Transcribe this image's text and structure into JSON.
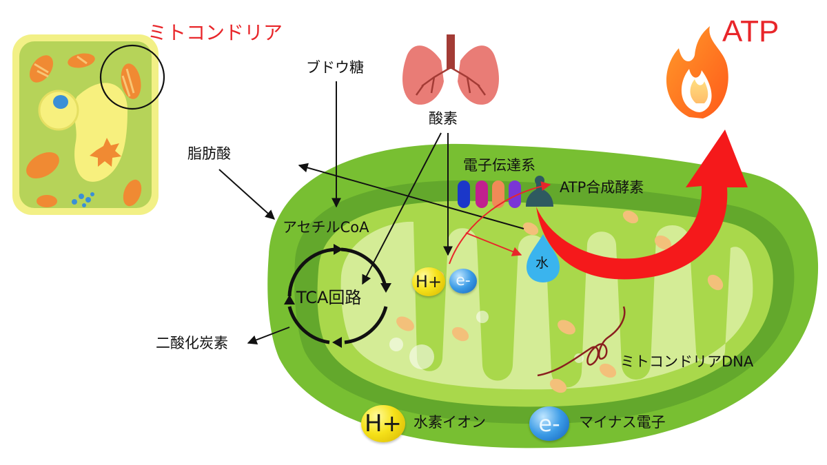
{
  "colors": {
    "mito_outer": "#78bf32",
    "mito_inner_band": "#63a82c",
    "mito_cristae": "#a9d84b",
    "matrix": "#d4ec96",
    "cell_outline": "#f2f086",
    "cell_body": "#b6d359",
    "vacuole": "#f7f07e",
    "nucleus": "#f7f07e",
    "nucleolus": "#3a8fd6",
    "organelle_orange": "#f08a33",
    "label_red": "#e8262a",
    "arrow_black": "#111111",
    "arrow_red": "#e8262a",
    "flame_inner": "#ffb030",
    "flame_outer": "#ff7a1a",
    "lung": "#e97c76",
    "lung_vessel": "#a33b35",
    "water": "#3ab4ee",
    "dna": "#8a1f1f",
    "etc_blue": "#1b37c9",
    "etc_magenta": "#c1208e",
    "etc_orange": "#f08a57",
    "etc_violet": "#7a35d6",
    "etc_purple": "#5a1fd8",
    "atp_synthase": "#2e5a60"
  },
  "labels": {
    "mitochondria_title": "ミトコンドリア",
    "atp_title": "ATP",
    "glucose": "ブドウ糖",
    "oxygen": "酸素",
    "fatty_acid": "脂肪酸",
    "electron_transport": "電子伝達系",
    "atp_synthase": "ATP合成酵素",
    "acetyl_coa": "アセチルCoA",
    "tca_cycle": "TCA回路",
    "water": "水",
    "carbon_dioxide": "二酸化炭素",
    "mito_dna": "ミトコンドリアDNA",
    "h_ion_legend": "水素イオン",
    "electron_legend": "マイナス電子"
  },
  "symbols": {
    "h_plus": "H+",
    "e_minus": "e-"
  },
  "icons": {
    "cell": "plant-cell-icon",
    "lungs": "lungs-icon",
    "flame": "flame-icon",
    "water_drop": "water-drop-icon",
    "dna_strand": "dna-strand-icon"
  }
}
